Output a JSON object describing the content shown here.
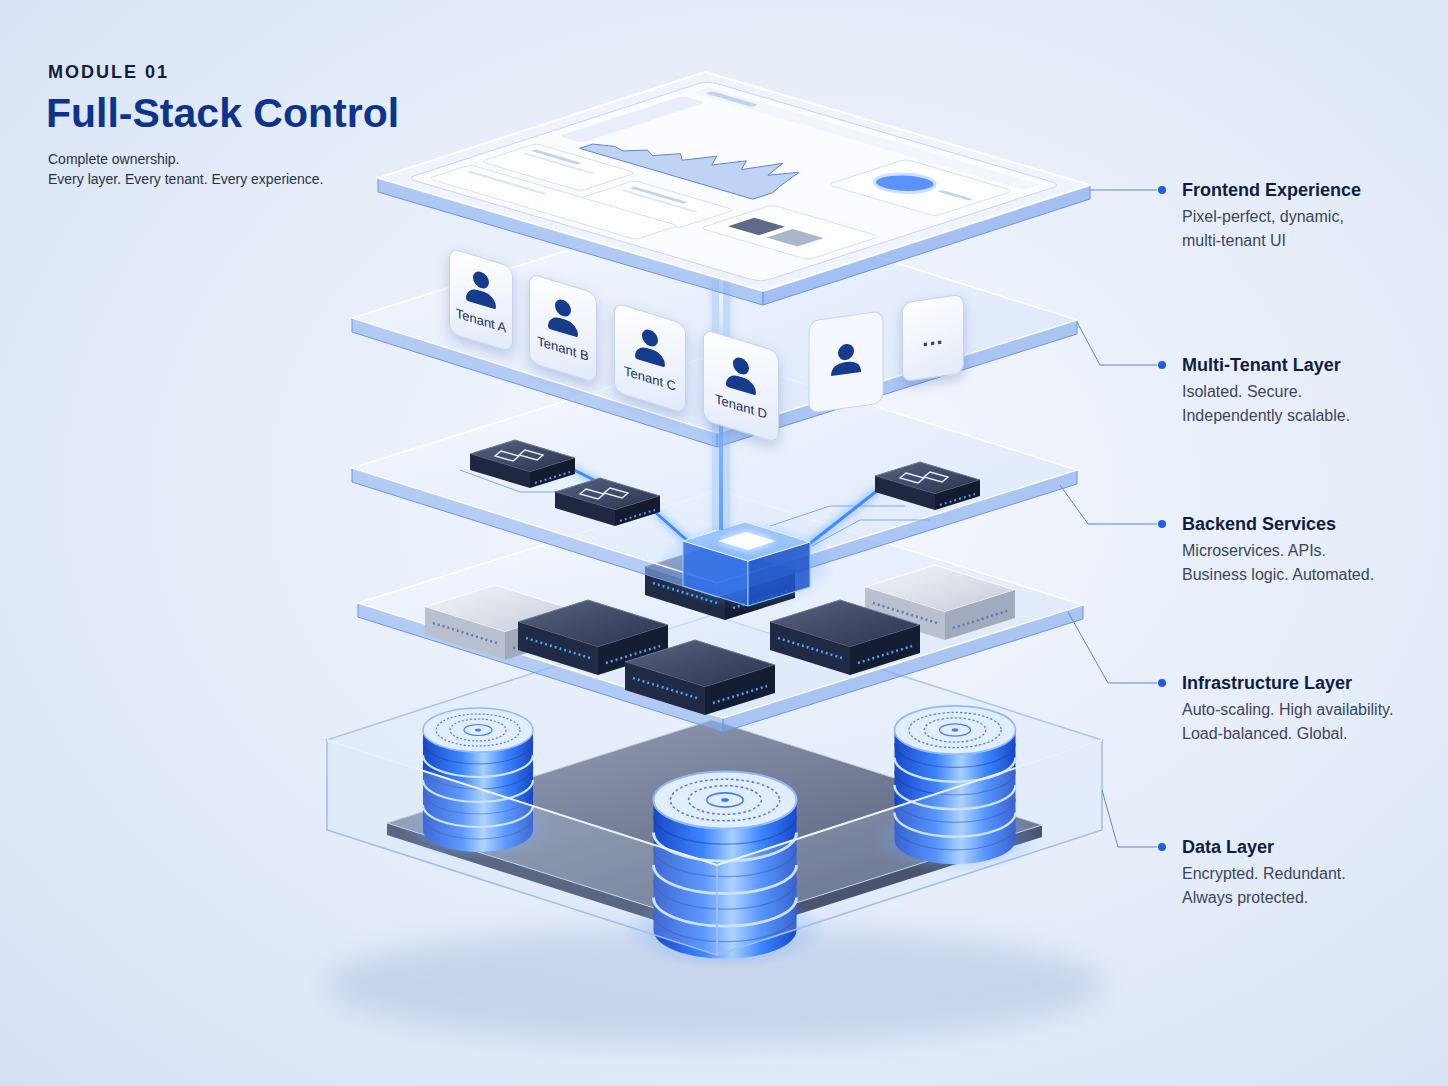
{
  "diagram": {
    "title": "Full-Stack Control",
    "nodes": [
      {
        "text": [
          "Tenant A"
        ]
      },
      {
        "text": [
          "Tenant B"
        ]
      },
      {
        "text": [
          "Tenant C"
        ]
      },
      {
        "text": [
          "Tenant D"
        ]
      },
      {
        "text": [
          "..."
        ]
      }
    ],
    "labels": [
      "MODULE 01",
      "Complete ownership.",
      "Every layer. Every tenant. Every experience.",
      "Frontend Experience",
      "Pixel-perfect, dynamic, multi-tenant UI",
      "Multi-Tenant Layer",
      "Isolated. Secure. Independently scalable.",
      "Backend Services",
      "Microservices. APIs. Business logic. Automated.",
      "Infrastructure Layer",
      "Auto-scaling. High availability. Load-balanced. Global.",
      "Data Layer",
      "Encrypted. Redundant. Always protected."
    ]
  }
}
